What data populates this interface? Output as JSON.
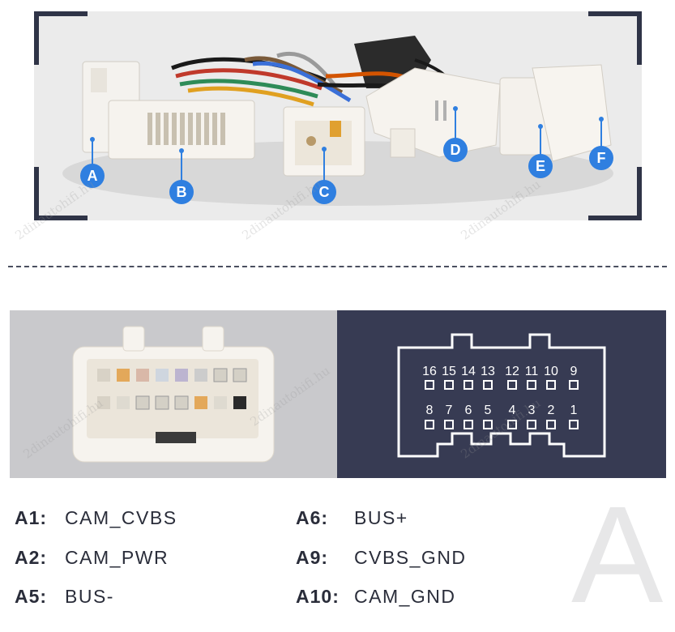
{
  "watermark": "2dinautohifi.hu",
  "colors": {
    "marker": "#2f7fe0",
    "dark_panel": "#373b53",
    "frame": "#2f3447"
  },
  "markers": [
    "A",
    "B",
    "C",
    "D",
    "E",
    "F"
  ],
  "pinout": {
    "top_row": [
      "16",
      "15",
      "14",
      "13",
      "12",
      "11",
      "10",
      "9"
    ],
    "bottom_row": [
      "8",
      "7",
      "6",
      "5",
      "4",
      "3",
      "2",
      "1"
    ]
  },
  "legend": {
    "left": [
      {
        "code": "A1:",
        "signal": "CAM_CVBS"
      },
      {
        "code": "A2:",
        "signal": "CAM_PWR"
      },
      {
        "code": "A5:",
        "signal": "BUS-"
      }
    ],
    "right": [
      {
        "code": "A6:",
        "signal": "BUS+"
      },
      {
        "code": "A9:",
        "signal": "CVBS_GND"
      },
      {
        "code": "A10:",
        "signal": "CAM_GND"
      }
    ]
  },
  "big_letter": "A"
}
